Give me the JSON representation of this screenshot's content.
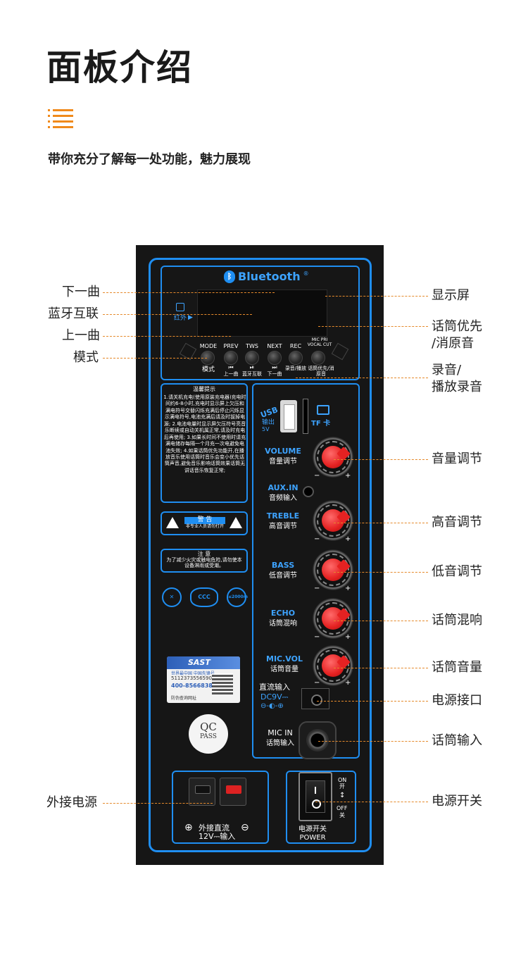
{
  "header": {
    "title": "面板介绍",
    "subtitle": "带你充分了解每一处功能，魅力展现"
  },
  "colors": {
    "accent": "#f08a1c",
    "panel_blue": "#1f8ef1",
    "panel_bg": "#161616",
    "knob_red": "#e52222",
    "leader_line": "#e58a2c"
  },
  "panel": {
    "brand": "Bluetooth",
    "ir_label": "红外",
    "buttons": [
      {
        "top": "MODE",
        "bottom": "模式",
        "icon": ""
      },
      {
        "top": "PREV",
        "bottom": "上一曲",
        "icon": "⏮"
      },
      {
        "top": "TWS",
        "bottom": "蓝牙互联",
        "icon": "⏯"
      },
      {
        "top": "NEXT",
        "bottom": "下一曲",
        "icon": "⏭"
      },
      {
        "top": "REC",
        "bottom": "录音/播放",
        "icon": ""
      },
      {
        "top": "MIC PRI VOCAL CUT",
        "bottom": "话筒优先/消原音",
        "icon": ""
      }
    ],
    "warm_tips_title": "温馨提示",
    "warm_tips": "1.请关机充电(使用原装充电器)充电时间约6-8小时,充电时显示屏上欠压和满电符号交替闪烁充满后停止闪烁显示满电符号,电池充满后请及时拔掉电源; 2.电池电量时显示屏欠压符号亮音乐断续或自动关机属正常,请及时充电后再使用; 3.如果长时间不使用时请充满电储存每隔一个月充一次电避免电池失效; 4.如果话筒优先功能开,在播放音乐使用话筒时音乐会变小优先话筒声音,避免音乐影响话筒效果话筒无讲话音乐恢复正常;",
    "warning_title": "警 告",
    "warning_text": "非专业人员请勿打开",
    "notice_title": "注 意",
    "notice_text": "为了减少火灾或触电危险,请勿使本设备淋雨或受潮。",
    "cert_badges": [
      "✕",
      "CCC",
      "≤2000m"
    ],
    "sticker_brand": "SAST",
    "sticker_sub": "世界最中国 中国先锋号",
    "sticker_serial": "5112373556590",
    "sticker_phone": "400-8566838",
    "sticker_footer": "防伪查询网址",
    "qc_top": "QC",
    "qc_bottom": "PASS",
    "usb_label": "USB",
    "usb_sub": "输出",
    "usb_volt": "5V",
    "tf_label": "TF 卡",
    "aux_label": "AUX.IN",
    "aux_zh": "音频输入",
    "knobs": [
      {
        "label": "VOLUME",
        "zh": "音量调节"
      },
      {
        "label": "TREBLE",
        "zh": "高音调节"
      },
      {
        "label": "BASS",
        "zh": "低音调节"
      },
      {
        "label": "ECHO",
        "zh": "话筒混响"
      },
      {
        "label": "MIC.VOL",
        "zh": "话筒音量"
      }
    ],
    "dc_label": "直流输入",
    "dc_sub": "DC9V⎓",
    "mic_label": "MIC IN",
    "mic_zh": "话筒输入",
    "ext_label": "外接直流",
    "ext_sub": "12V⎓输入",
    "switch_on": "ON",
    "switch_on_zh": "开",
    "switch_off": "OFF",
    "switch_off_zh": "关",
    "switch_label": "电源开关",
    "switch_power": "POWER"
  },
  "callouts_left": [
    "下一曲",
    "蓝牙互联",
    "上一曲",
    "模式",
    "外接电源"
  ],
  "callouts_right": [
    "显示屏",
    "话筒优先\n/消原音",
    "录音/\n播放录音",
    "音量调节",
    "高音调节",
    "低音调节",
    "话筒混响",
    "话筒音量",
    "电源接口",
    "话筒输入",
    "电源开关"
  ]
}
